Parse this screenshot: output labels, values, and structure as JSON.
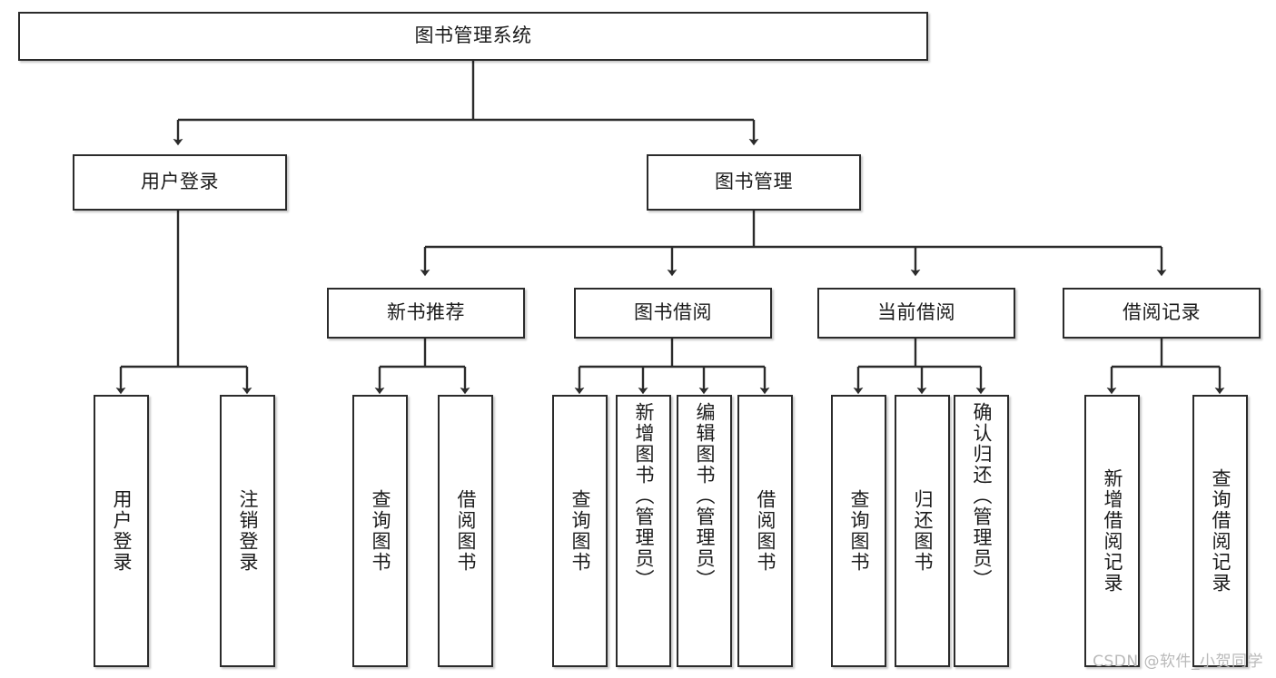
{
  "diagram": {
    "type": "tree",
    "title": "图书管理系统",
    "watermark": "CSDN @软件_小贺同学",
    "colors": {
      "box_border": "#2b2b2b",
      "box_fill": "#ffffff",
      "connector": "#2b2b2b",
      "text": "#1b1b1b",
      "watermark": "#b9b9b9",
      "background": "#ffffff"
    },
    "nodes": {
      "root": {
        "label": "图书管理系统",
        "level": 0
      },
      "level1": [
        {
          "id": "user-login",
          "label": "用户登录"
        },
        {
          "id": "book-manage",
          "label": "图书管理"
        }
      ],
      "level2": [
        {
          "id": "new-book-recommend",
          "label": "新书推荐",
          "parent": "book-manage"
        },
        {
          "id": "book-borrow",
          "label": "图书借阅",
          "parent": "book-manage"
        },
        {
          "id": "current-borrow",
          "label": "当前借阅",
          "parent": "book-manage"
        },
        {
          "id": "borrow-record",
          "label": "借阅记录",
          "parent": "book-manage"
        }
      ],
      "leaves": [
        {
          "id": "leaf-user-login",
          "label": "用户登录",
          "parent": "user-login"
        },
        {
          "id": "leaf-logout",
          "label": "注销登录",
          "parent": "user-login"
        },
        {
          "id": "leaf-query-book-1",
          "label": "查询图书",
          "parent": "new-book-recommend"
        },
        {
          "id": "leaf-borrow-book-1",
          "label": "借阅图书",
          "parent": "new-book-recommend"
        },
        {
          "id": "leaf-query-book-2",
          "label": "查询图书",
          "parent": "book-borrow"
        },
        {
          "id": "leaf-add-book",
          "label": "新增图书（管理员）",
          "parent": "book-borrow"
        },
        {
          "id": "leaf-edit-book",
          "label": "编辑图书（管理员）",
          "parent": "book-borrow"
        },
        {
          "id": "leaf-borrow-book-2",
          "label": "借阅图书",
          "parent": "book-borrow"
        },
        {
          "id": "leaf-query-book-3",
          "label": "查询图书",
          "parent": "current-borrow"
        },
        {
          "id": "leaf-return-book",
          "label": "归还图书",
          "parent": "current-borrow"
        },
        {
          "id": "leaf-confirm-return",
          "label": "确认归还（管理员）",
          "parent": "current-borrow"
        },
        {
          "id": "leaf-add-record",
          "label": "新增借阅记录",
          "parent": "borrow-record"
        },
        {
          "id": "leaf-query-record",
          "label": "查询借阅记录",
          "parent": "borrow-record"
        }
      ]
    }
  }
}
